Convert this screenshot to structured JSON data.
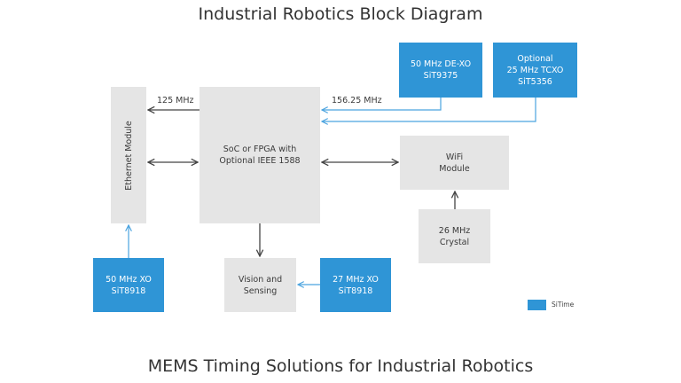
{
  "title": "Industrial Robotics Block Diagram",
  "subtitle": "MEMS Timing Solutions for Industrial Robotics",
  "colors": {
    "sitime_blue": "#2f95d6",
    "module_grey": "#e5e5e5",
    "arrow_dark": "#444444",
    "arrow_blue": "#4aa3df"
  },
  "blocks": {
    "ethernet": {
      "label": "Ethernet Module",
      "type": "module"
    },
    "soc": {
      "line1": "SoC or FPGA with",
      "line2": "Optional IEEE 1588",
      "type": "module"
    },
    "dexo": {
      "line1": "50 MHz DE-XO",
      "line2": "SiT9375",
      "type": "sitime"
    },
    "tcxo": {
      "line1": "Optional",
      "line2": "25 MHz TCXO",
      "line3": "SiT5356",
      "type": "sitime"
    },
    "wifi": {
      "line1": "WiFi",
      "line2": "Module",
      "type": "module"
    },
    "crystal": {
      "line1": "26 MHz",
      "line2": "Crystal",
      "type": "module"
    },
    "xo50": {
      "line1": "50 MHz XO",
      "line2": "SiT8918",
      "type": "sitime"
    },
    "vision": {
      "line1": "Vision and",
      "line2": "Sensing",
      "type": "module"
    },
    "xo27": {
      "line1": "27 MHz XO",
      "line2": "SiT8918",
      "type": "sitime"
    }
  },
  "connections": {
    "soc_to_ethernet_clock": "125 MHz",
    "dexo_to_soc_clock": "156.25 MHz"
  },
  "legend": {
    "label": "SiTime"
  }
}
